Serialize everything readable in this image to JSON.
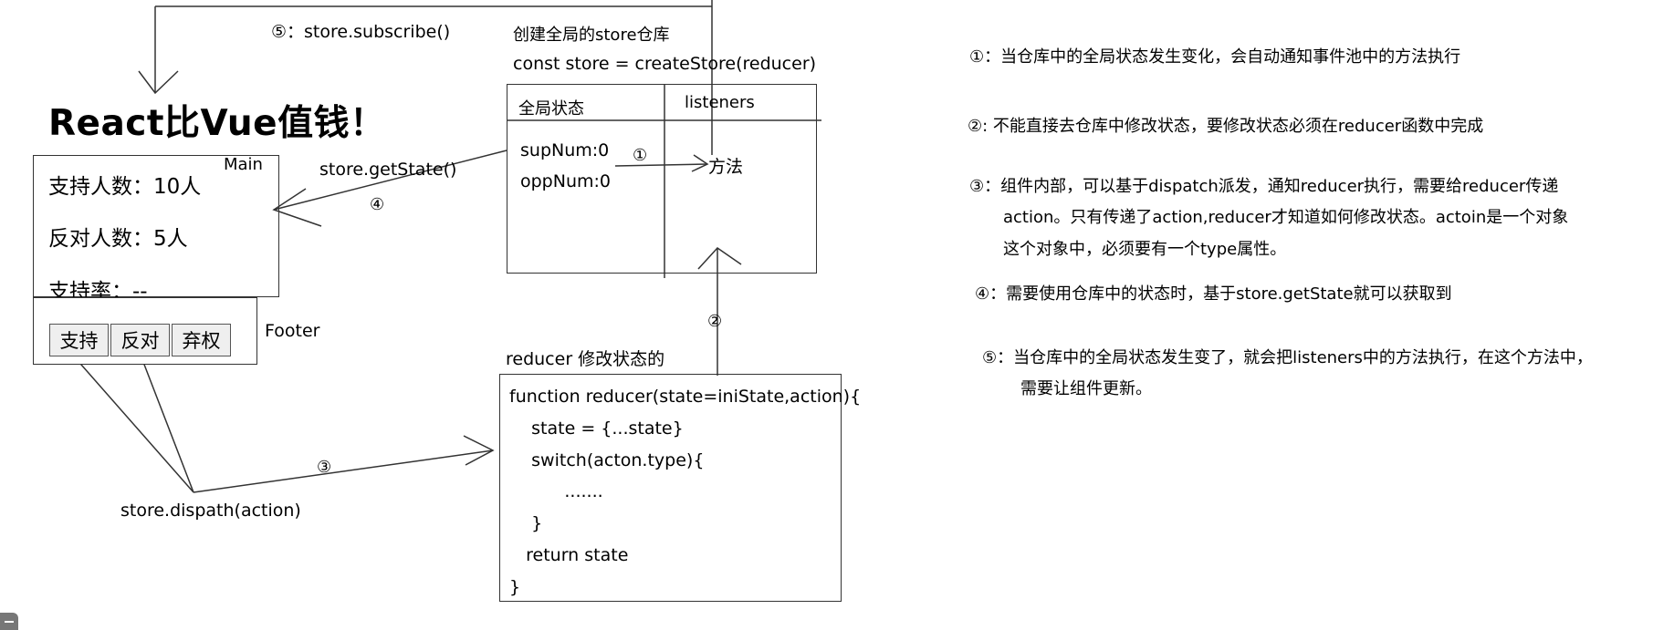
{
  "diagram": {
    "subscribe_label": "⑤：store.subscribe()",
    "create_store_title": "创建全局的store仓库",
    "create_store_code": "const store = createStore(reducer)",
    "app_title": "React比Vue值钱！",
    "store_box": {
      "global_state_header": "全局状态",
      "listeners_header": "listeners",
      "sup_num": "supNum:0",
      "opp_num": "oppNum:0",
      "marker_1": "①",
      "method": "方法"
    },
    "main_box": {
      "label": "Main",
      "supporters": "支持人数：10人",
      "opponents": "反对人数：5人",
      "support_rate": "支持率：--"
    },
    "footer_box": {
      "label": "Footer",
      "buttons": [
        "支持",
        "反对",
        "弃权"
      ]
    },
    "get_state_label": "store.getState()",
    "marker_4": "④",
    "marker_2": "②",
    "marker_3": "③",
    "dispatch_label": "store.dispath(action)",
    "reducer_title": "reducer  修改状态的",
    "reducer_code": [
      "function reducer(state=iniState,action){",
      "    state = {...state}",
      "    switch(acton.type){",
      "          .......",
      "    }",
      "   return state",
      "}"
    ]
  },
  "notes": [
    "①：当仓库中的全局状态发生变化，会自动通知事件池中的方法执行",
    "②: 不能直接去仓库中修改状态，要修改状态必须在reducer函数中完成",
    "③：组件内部，可以基于dispatch派发，通知reducer执行，需要给reducer传递",
    "action。只有传递了action,reducer才知道如何修改状态。actoin是一个对象",
    "这个对象中，必须要有一个type属性。",
    "④：需要使用仓库中的状态时，基于store.getState就可以获取到",
    "⑤：当仓库中的全局状态发生变了，就会把listeners中的方法执行，在这个方法中，",
    "需要让组件更新。"
  ]
}
